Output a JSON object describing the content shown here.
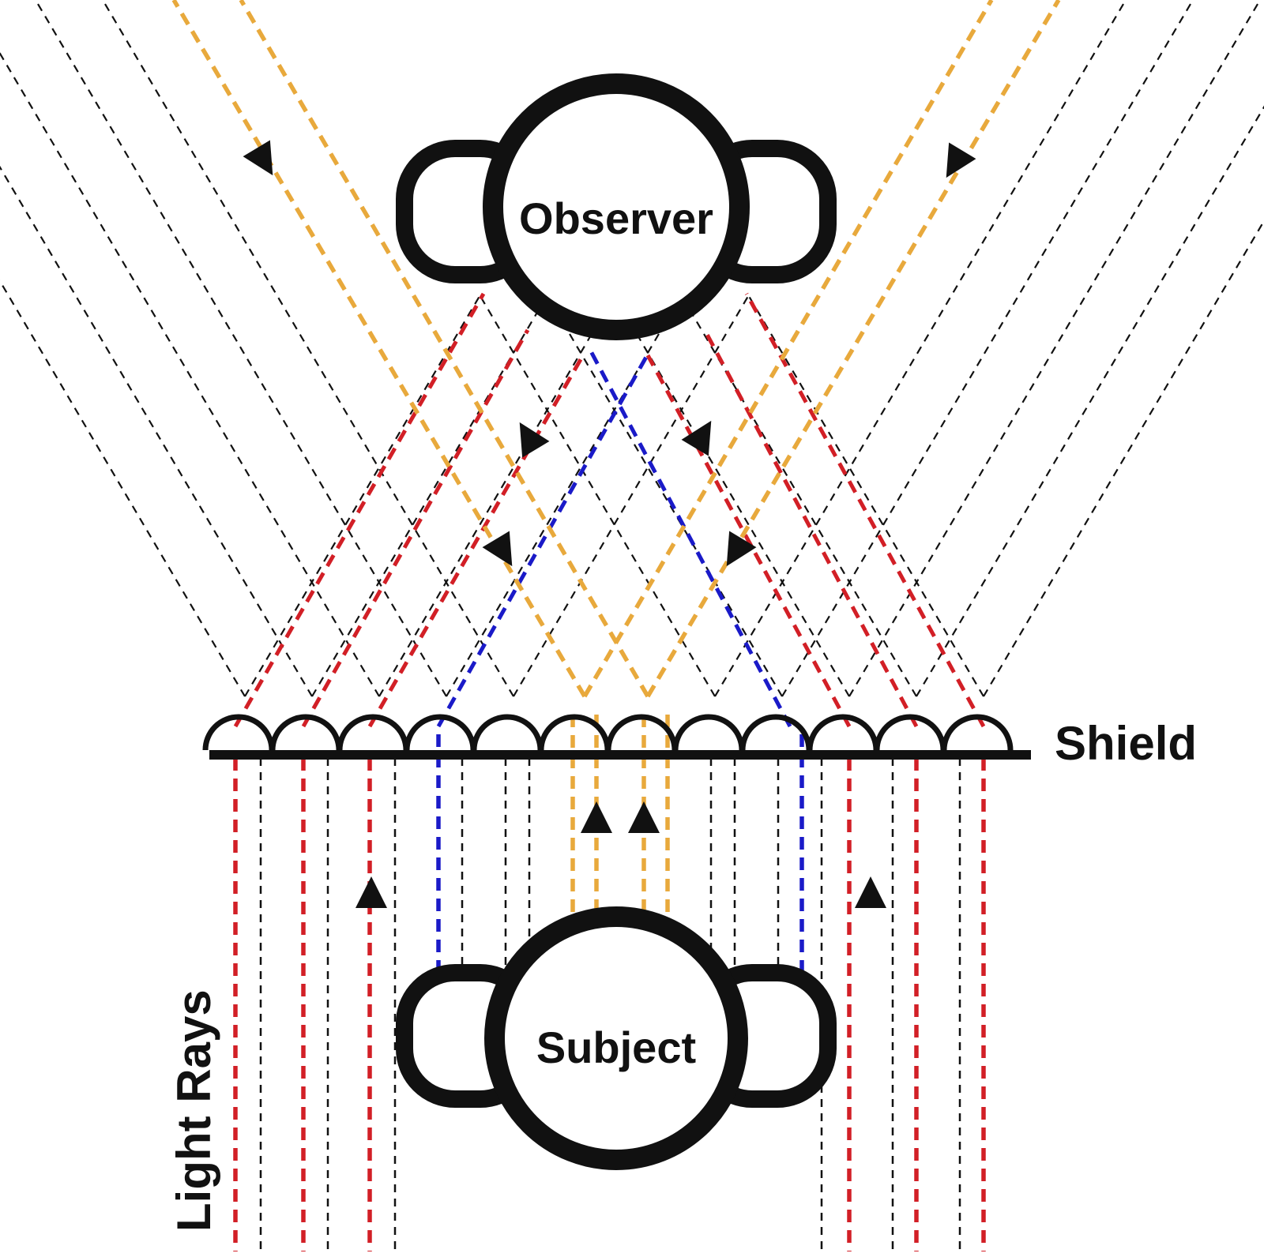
{
  "labels": {
    "observer": "Observer",
    "subject": "Subject",
    "shield": "Shield",
    "light_rays": "Light Rays"
  },
  "colors": {
    "background": "#ffffff",
    "outline": "#111111",
    "ray_ambient": "#111111",
    "ray_red": "#d21f26",
    "ray_blue": "#1a1ac8",
    "ray_orange": "#e8a93c"
  },
  "icons": {
    "direction_arrow": "triangle-arrow-icon",
    "lens": "half-circle-lens-icon"
  }
}
